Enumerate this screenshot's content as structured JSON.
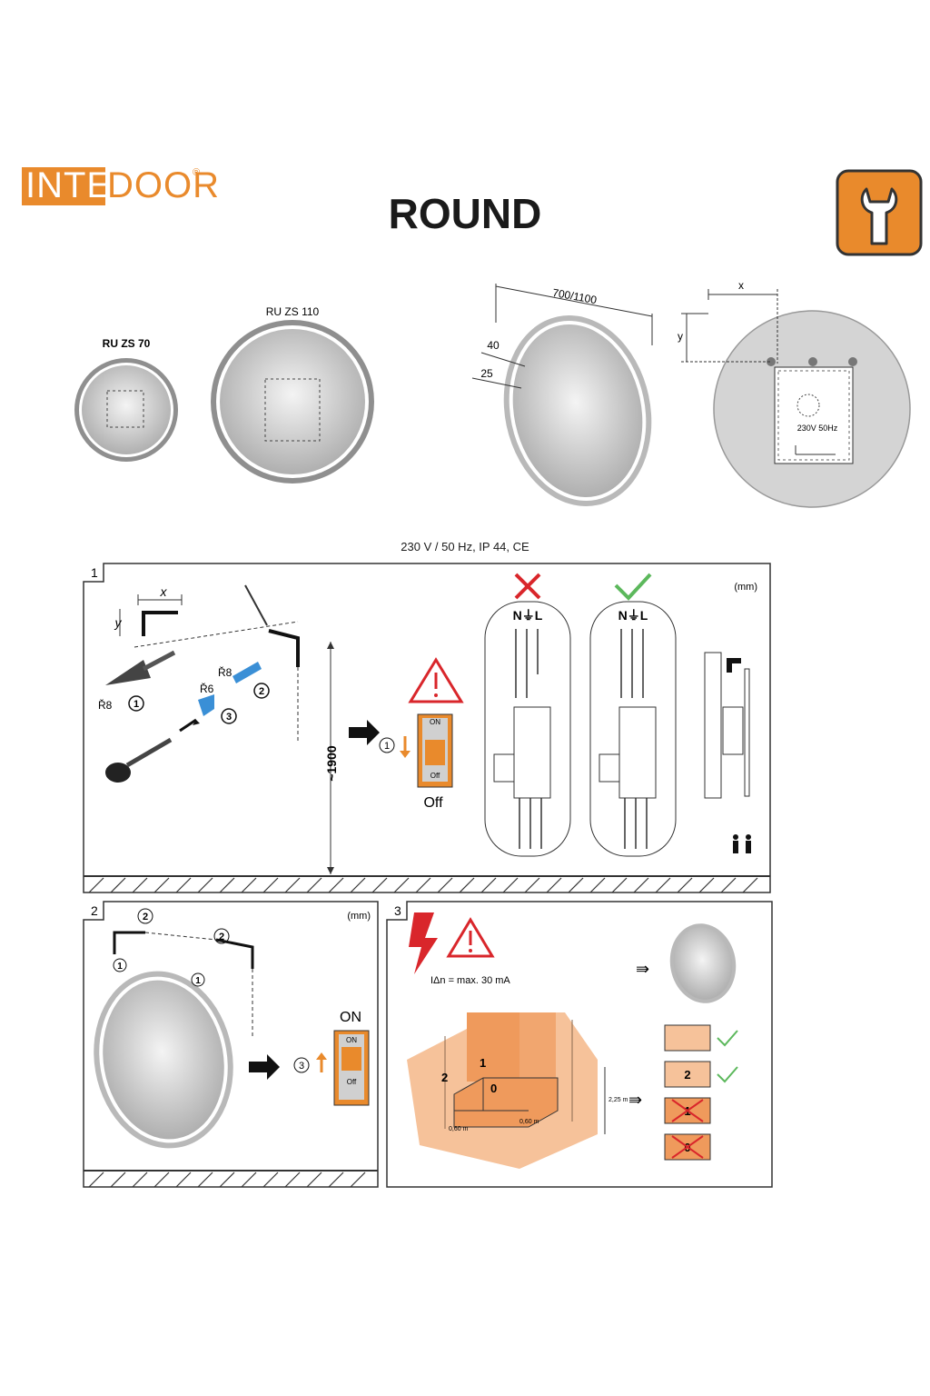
{
  "brand": {
    "part1": "INTE",
    "part2": "DOOR",
    "registered": "®"
  },
  "title": "ROUND",
  "models": {
    "small": "RU ZS 70",
    "large": "RU ZS 110"
  },
  "dimensions": {
    "diameter": "700/1100",
    "frame_outer": "40",
    "frame_inner": "25",
    "x": "x",
    "y": "y",
    "power_label": "230V 50Hz"
  },
  "spec": "230 V / 50 Hz, IP 44, CE",
  "panel1": {
    "number": "1",
    "unit": "(mm)",
    "x": "x",
    "y": "y",
    "r8_a": "Ř8",
    "r8_b": "Ř8",
    "r6": "Ř6",
    "step1": "1",
    "step2": "2",
    "step3": "3",
    "height": "~1900",
    "switch_step": "1",
    "switch_on": "ON",
    "switch_off": "Off",
    "off_caption": "Off",
    "wiring_label": "N⏚L"
  },
  "panel2": {
    "number": "2",
    "unit": "(mm)",
    "step1": "1",
    "step2": "2",
    "step3": "3",
    "on_caption": "ON",
    "switch_on": "ON",
    "switch_off": "Off"
  },
  "panel3": {
    "number": "3",
    "current": "IΔn = max. 30 mA",
    "zone0": "0",
    "zone1": "1",
    "zone2": "2",
    "height": "2,25 m",
    "width_a": "0,60 m",
    "width_b": "0,60 m",
    "legend": [
      "",
      "2",
      "1",
      "0"
    ]
  },
  "colors": {
    "orange": "#e98a2c",
    "zone": "#f6c29a",
    "zone_dark": "#ef9a5c",
    "green": "#5cb85c",
    "red": "#d9262b"
  }
}
